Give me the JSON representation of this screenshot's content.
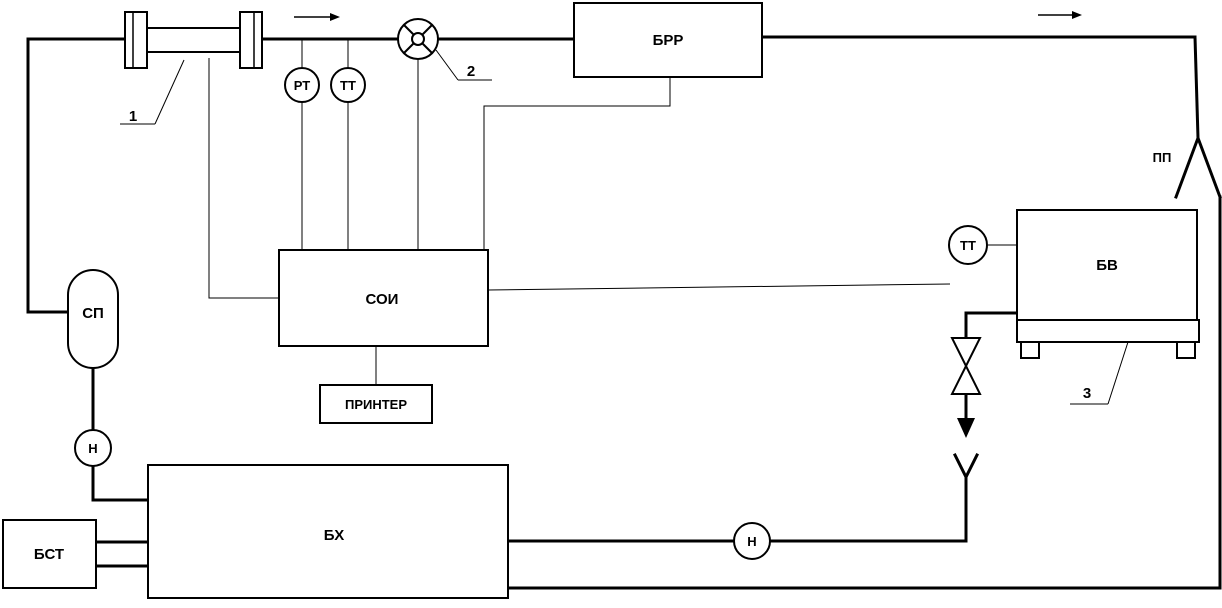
{
  "labels": {
    "brr": "БРР",
    "soi": "СОИ",
    "printer": "ПРИНТЕР",
    "bv": "БВ",
    "bh": "БХ",
    "bst": "БСТ",
    "sp": "СП",
    "pp": "ПП",
    "rt": "РТ",
    "tt_top": "ТТ",
    "tt_right": "ТТ",
    "n_left": "Н",
    "n_bottom": "Н"
  },
  "callouts": {
    "one": "1",
    "two": "2",
    "three": "3"
  }
}
